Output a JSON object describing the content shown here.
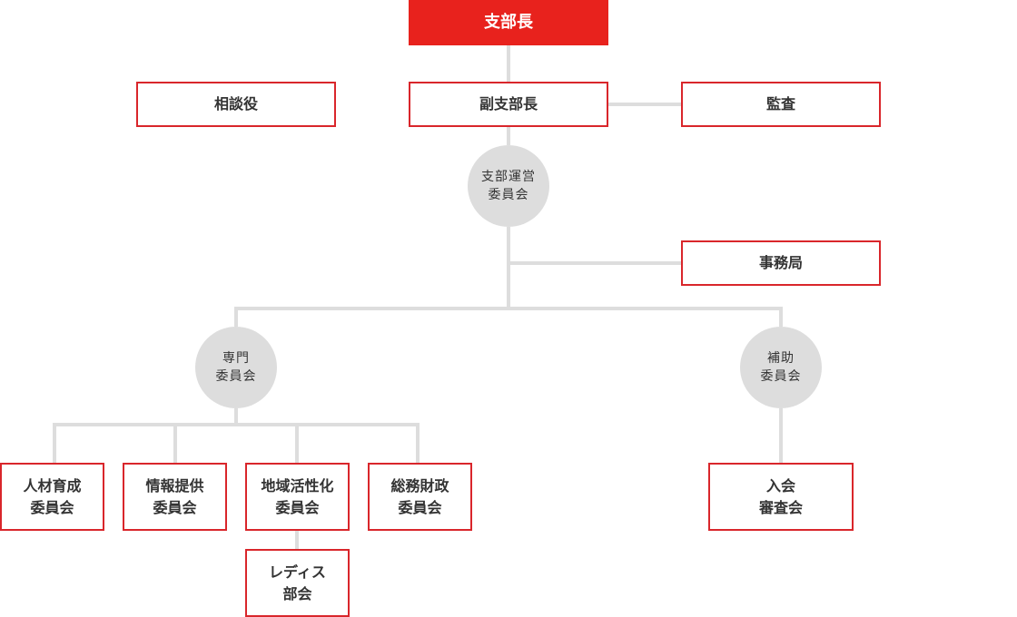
{
  "colors": {
    "accent": "#e8221d",
    "border": "#d9262b",
    "connector": "#dddddd",
    "text": "#333333"
  },
  "nodes": {
    "branch_head": "支部長",
    "advisor": "相談役",
    "vice_head": "副支部長",
    "auditor": "監査",
    "operations_committee": "支部運営\n委員会",
    "secretariat": "事務局",
    "specialist_committee": "専門\n委員会",
    "auxiliary_committee": "補助\n委員会",
    "hr_development": "人材育成\n委員会",
    "information": "情報提供\n委員会",
    "regional_revitalization": "地域活性化\n委員会",
    "general_finance": "総務財政\n委員会",
    "membership_review": "入会\n審査会",
    "ladies_division": "レディス\n部会"
  }
}
